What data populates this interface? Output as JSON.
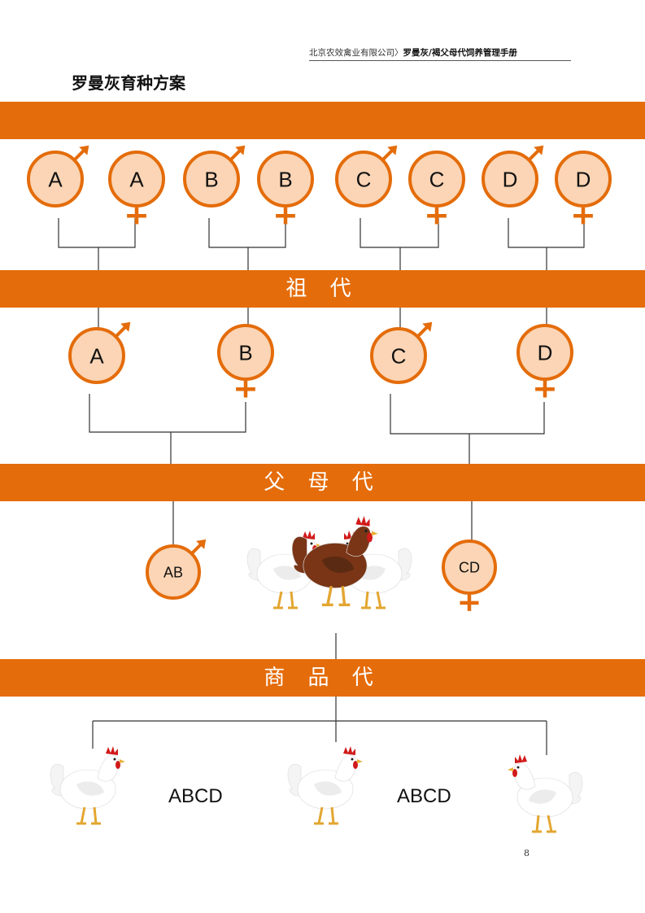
{
  "header": {
    "company": "北京农效禽业有限公司〉",
    "manual": "罗曼灰/褐父母代饲养管理手册"
  },
  "page_title": "罗曼灰育种方案",
  "bands": {
    "grandparent": "祖 代",
    "parent": "父 母 代",
    "commercial": "商 品 代"
  },
  "great_grandparent_nodes": [
    {
      "label": "A",
      "sex": "male"
    },
    {
      "label": "A",
      "sex": "female"
    },
    {
      "label": "B",
      "sex": "male"
    },
    {
      "label": "B",
      "sex": "female"
    },
    {
      "label": "C",
      "sex": "male"
    },
    {
      "label": "C",
      "sex": "female"
    },
    {
      "label": "D",
      "sex": "male"
    },
    {
      "label": "D",
      "sex": "female"
    }
  ],
  "grandparent_nodes": [
    {
      "label": "A",
      "sex": "male"
    },
    {
      "label": "B",
      "sex": "female"
    },
    {
      "label": "C",
      "sex": "male"
    },
    {
      "label": "D",
      "sex": "female"
    }
  ],
  "parent_nodes": [
    {
      "label": "AB",
      "sex": "male"
    },
    {
      "label": "CD",
      "sex": "female"
    }
  ],
  "commercial": {
    "label_1": "ABCD",
    "label_2": "ABCD"
  },
  "colors": {
    "accent": "#e46c0a",
    "node_fill": "#fbd5b5"
  },
  "page_number": "8"
}
